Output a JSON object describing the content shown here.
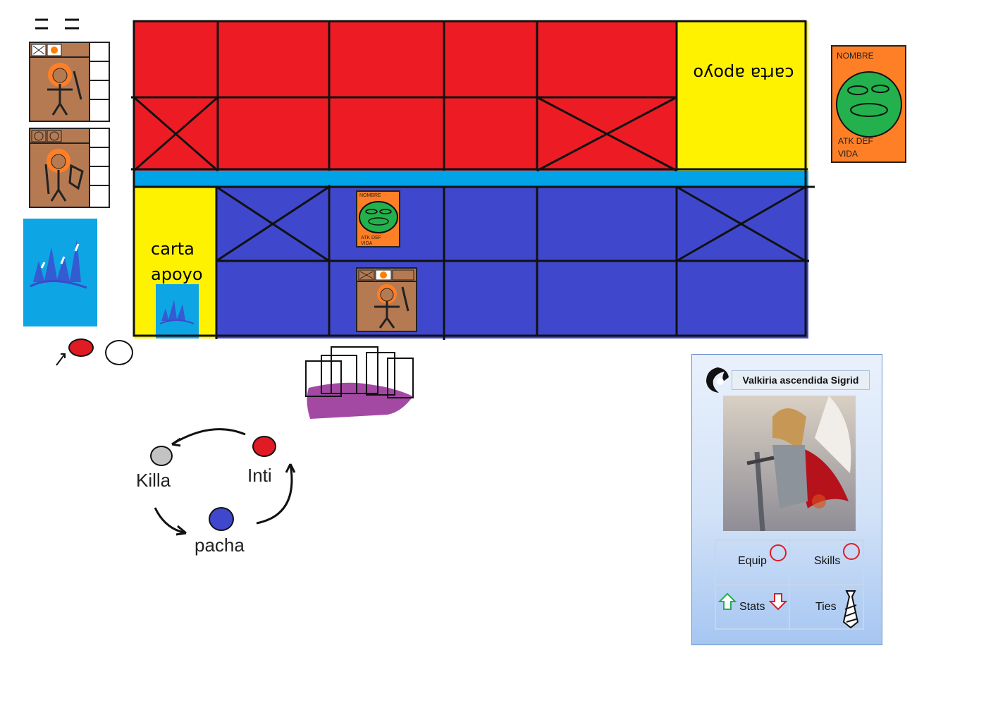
{
  "board": {
    "opponent_support_label": "carta apoyo",
    "player_support_label": "carta apoyo",
    "colors": {
      "opponent": "#ed1c24",
      "player": "#3f48cc",
      "support": "#fff200",
      "divider": "#00a2e8"
    }
  },
  "opponent_card": {
    "name_label": "NOMBRE",
    "stats_line1": "ATK DEF",
    "stats_line2": "VIDA"
  },
  "small_card": {
    "name_label": "NOMBRE",
    "stats_line1": "ATK DEF",
    "stats_line2": "VIDA"
  },
  "cycle": {
    "inti": "Inti",
    "killa": "Killa",
    "pacha": "pacha"
  },
  "detail": {
    "title": "Valkiria ascendida Sigrid",
    "equip": "Equip",
    "skills": "Skills",
    "stats": "Stats",
    "ties": "Ties"
  }
}
